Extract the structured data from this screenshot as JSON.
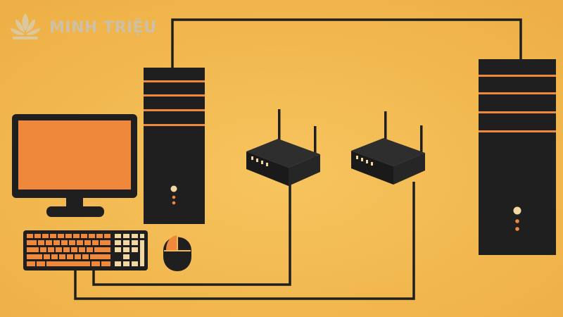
{
  "brand": {
    "name": "MINH TRIỆU",
    "logo_icon": "lotus-logo-icon"
  },
  "diagram": {
    "background_color": "#f2b84b",
    "device_color": "#1f1f1f",
    "accent_color": "#f08a3c",
    "cable_color": "#1f1f1f",
    "devices": [
      {
        "id": "monitor",
        "icon": "monitor-icon"
      },
      {
        "id": "keyboard",
        "icon": "keyboard-icon"
      },
      {
        "id": "mouse",
        "icon": "mouse-icon"
      },
      {
        "id": "pc-tower-left",
        "icon": "computer-tower-icon"
      },
      {
        "id": "router-left",
        "icon": "router-icon"
      },
      {
        "id": "router-right",
        "icon": "router-icon"
      },
      {
        "id": "server-tower-right",
        "icon": "server-tower-icon"
      }
    ],
    "connections": [
      {
        "from": "pc-tower-left",
        "to": "server-tower-right"
      },
      {
        "from": "keyboard",
        "to": "router-left"
      },
      {
        "from": "keyboard",
        "to": "router-right"
      }
    ]
  }
}
